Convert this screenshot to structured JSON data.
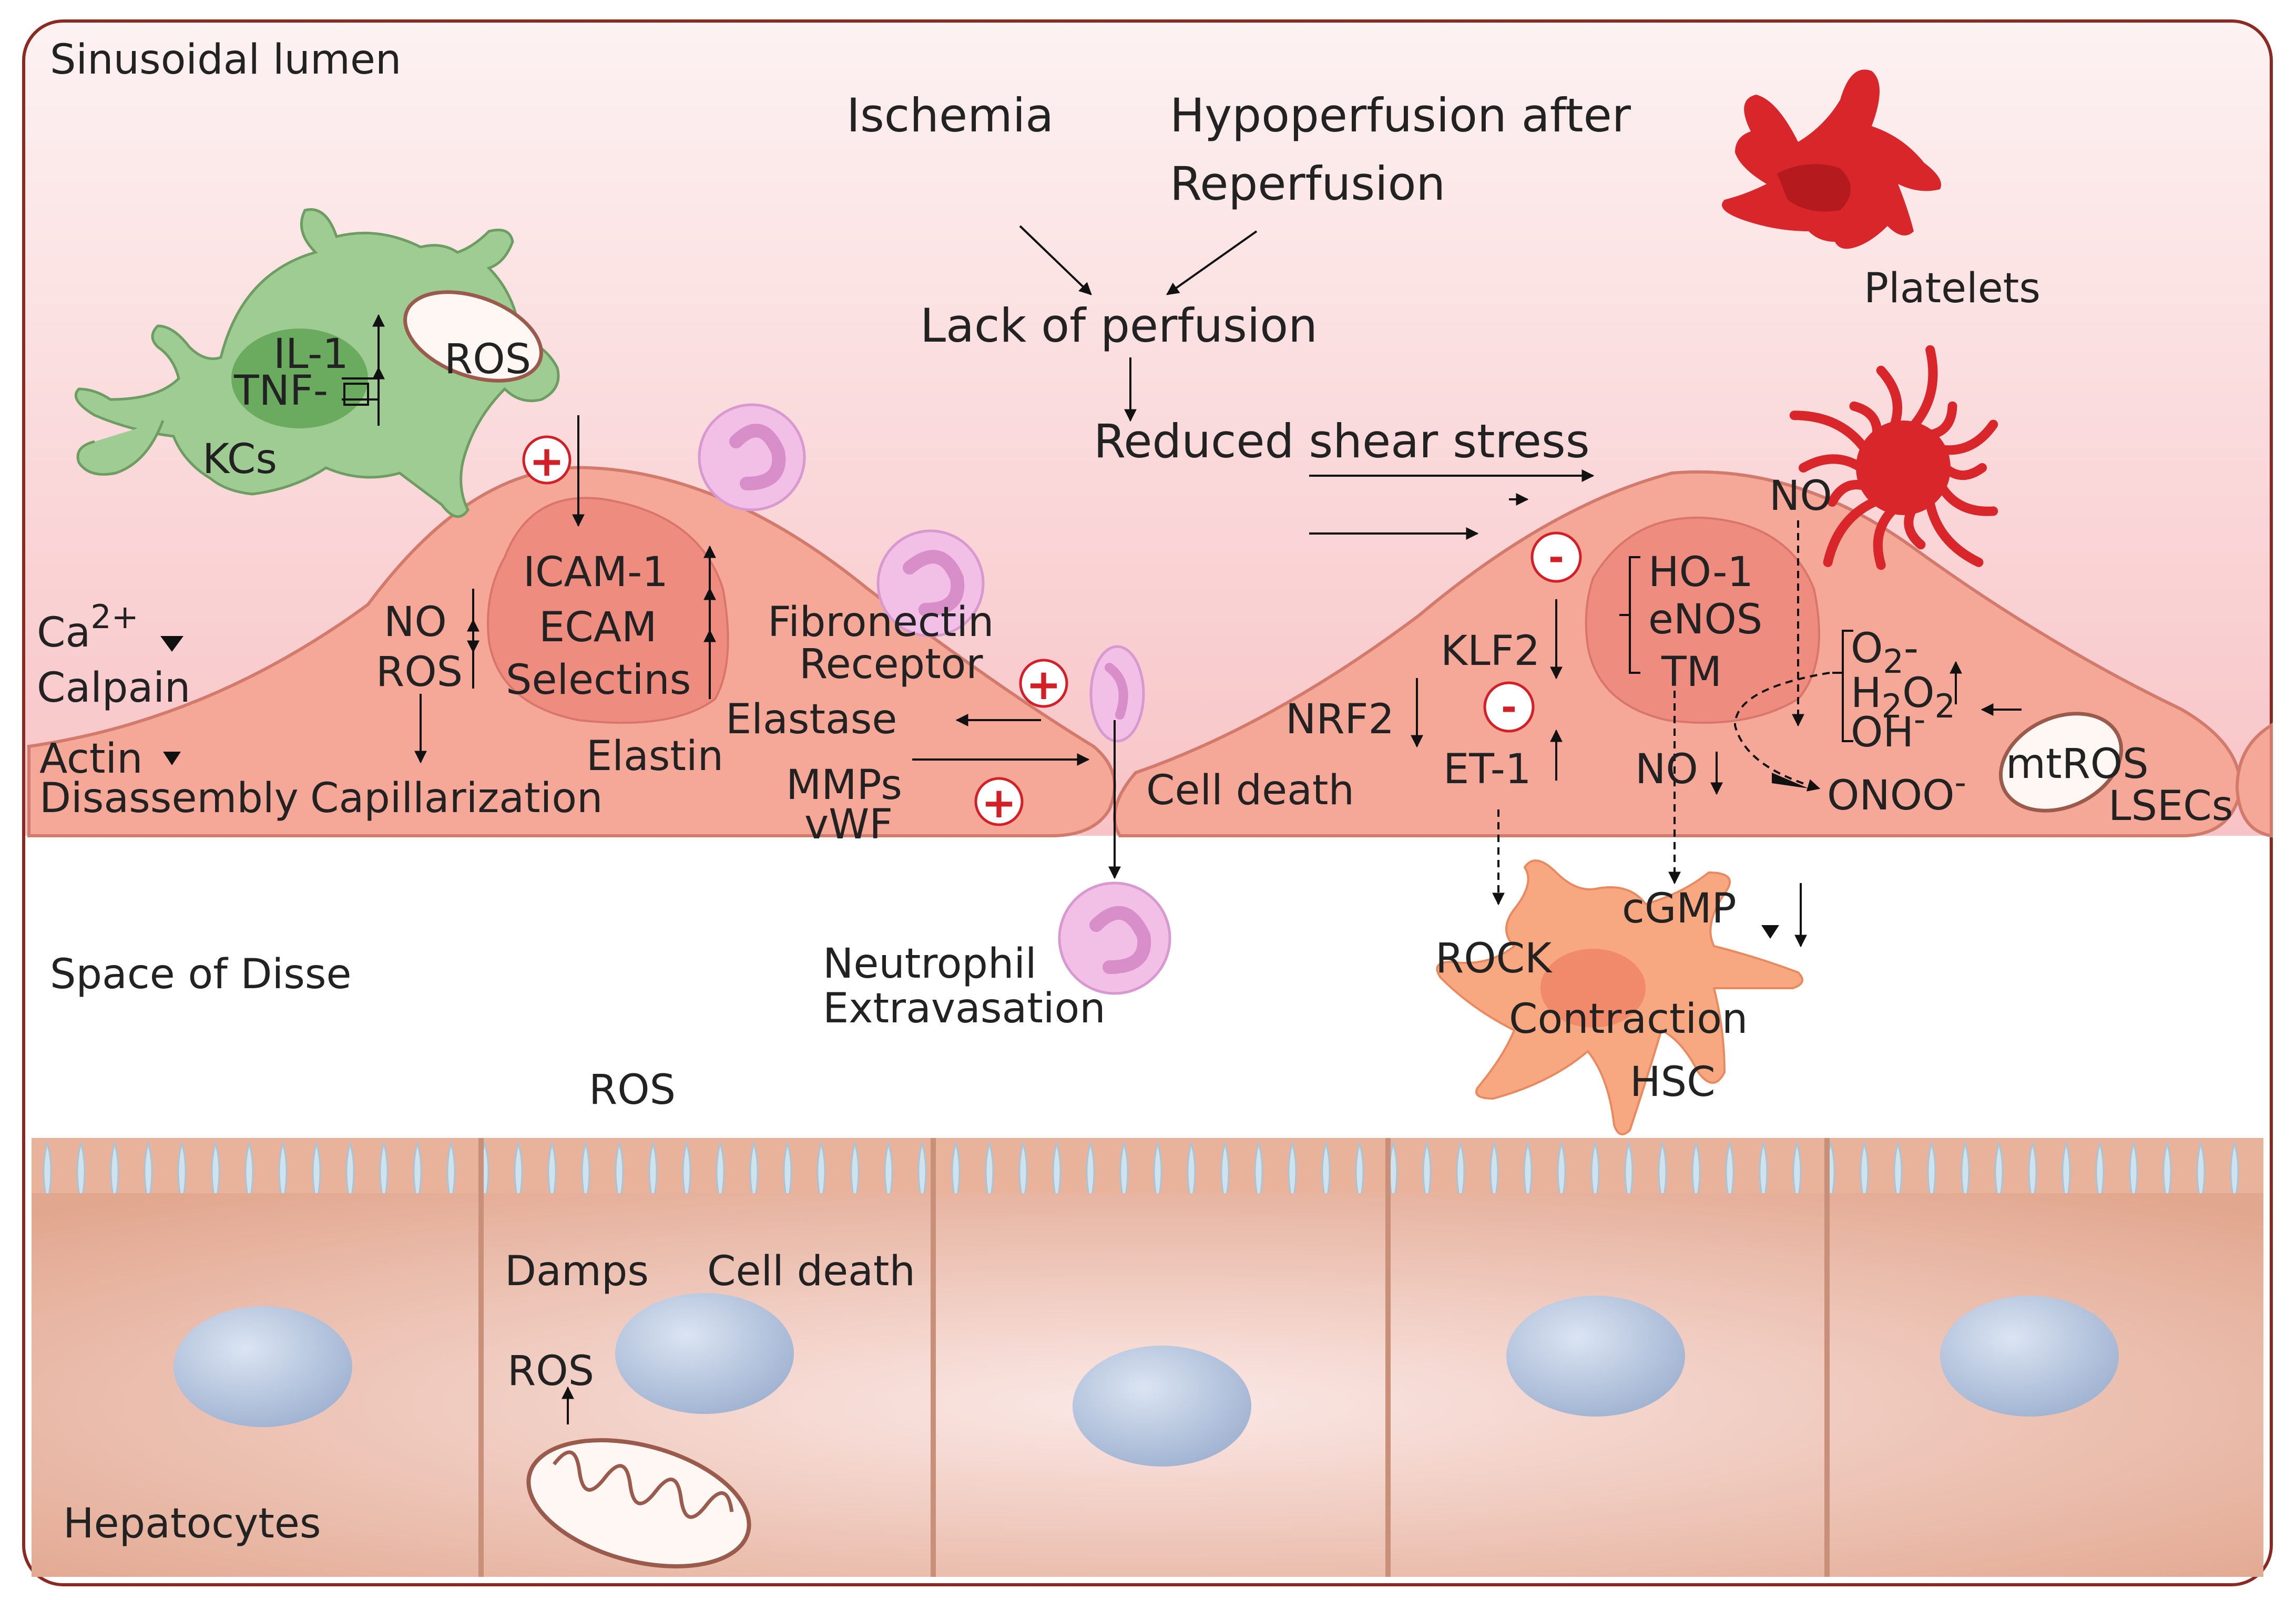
{
  "regions": {
    "lumen": "Sinusoidal lumen",
    "disse": "Space of Disse",
    "hepatocytes": "Hepatocytes"
  },
  "cascade": {
    "ischemia": "Ischemia",
    "hypoperfusion_1": "Hypoperfusion after",
    "hypoperfusion_2": "Reperfusion",
    "lack": "Lack of perfusion",
    "shear": "Reduced shear stress"
  },
  "kc": {
    "il1": "IL-1",
    "tnf": "TNF-",
    "ros": "ROS",
    "name": "KCs"
  },
  "platelets": "Platelets",
  "left_lsec": {
    "icam": "ICAM-1",
    "ecam": "ECAM",
    "selectins": "Selectins",
    "no": "NO",
    "ros": "ROS",
    "ca": "Ca",
    "ca_sup": "2+",
    "calpain": "Calpain",
    "actin": "Actin",
    "disassembly": "Disassembly",
    "capillarization": "Capillarization",
    "elastin": "Elastin",
    "elastase": "Elastase",
    "fibronectin": "Fibronectin",
    "receptor": "Receptor",
    "mmps": "MMPs",
    "vwf": "vWF"
  },
  "neutrophil": {
    "line1": "Neutrophil",
    "line2": "Extravasation"
  },
  "right_lsec": {
    "ho1": "HO-1",
    "enos": "eNOS",
    "tm": "TM",
    "klf2": "KLF2",
    "nrf2": "NRF2",
    "et1": "ET-1",
    "cell_death": "Cell death",
    "no_top": "NO",
    "no": "NO",
    "o2": "O",
    "o2_sub": "2",
    "o2_tail": "-",
    "h2o2_a": "H",
    "h2o2_sub1": "2",
    "h2o2_b": "O",
    "h2o2_sub2": "2",
    "oh": "OH",
    "oh_sup": "-",
    "onoo": "ONOO",
    "onoo_sup": "-",
    "mtros": "mtROS",
    "lsecs": "LSECs"
  },
  "hsc": {
    "cgmp": "cGMP",
    "rock": "ROCK",
    "contraction": "Contraction",
    "name": "HSC"
  },
  "hep": {
    "ros_top": "ROS",
    "damps": "Damps",
    "cell_death": "Cell death",
    "ros": "ROS"
  },
  "signs": {
    "plus": "+",
    "minus": "-"
  },
  "colors": {
    "frame": "#8b2a22",
    "lumen_top": "#fde9ea",
    "lumen_bottom": "#f9c4c6",
    "lsec_fill": "#f6a898",
    "lsec_nucleus": "#ee8c80",
    "kupffer": "#9fcc92",
    "platelet": "#d8262a",
    "neutrophil": "#f2bfe6",
    "hsc": "#f7a880",
    "hepatocyte": "#e8b098",
    "hep_nucleus": "#a6b9d6",
    "sign": "#d31f26"
  }
}
